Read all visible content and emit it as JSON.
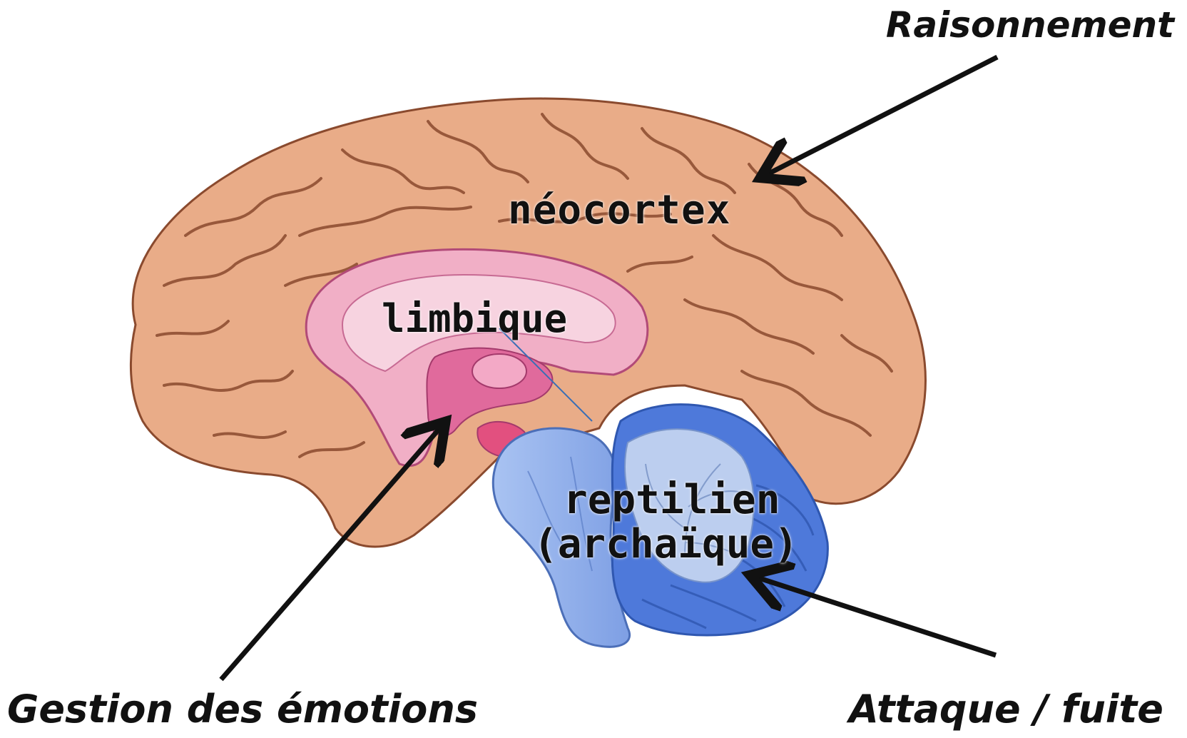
{
  "captions": {
    "top_right": "Raisonnement",
    "bottom_left": "Gestion des émotions",
    "bottom_right": "Attaque / fuite"
  },
  "regions": {
    "neocortex": "néocortex",
    "limbic": "limbique",
    "reptilian_line1": "reptilien",
    "reptilian_line2": "(archaïque)"
  },
  "colors": {
    "neocortex": "#E9AC88",
    "neocortex_sulcus": "#8A4A2E",
    "limbic": "#E06A9C",
    "limbic_light": "#F5C3D4",
    "brainstem": "#9DB8EC",
    "cerebellum": "#4E79DA",
    "arrow": "#111111"
  }
}
